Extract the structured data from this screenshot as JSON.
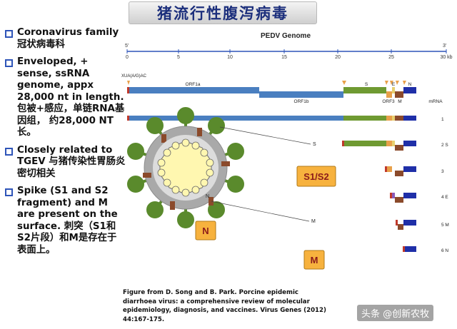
{
  "title": "猪流行性腹泻病毒",
  "bullets": [
    {
      "text": "Coronavirus family 冠状病毒科"
    },
    {
      "text": "Enveloped, + sense, ssRNA genome, appx 28,000 nt in length. 包被+感应，单链RNA基因组， 约28,000 NT长。"
    },
    {
      "text": "Closely related to TGEV 与猪传染性胃肠炎密切相关"
    },
    {
      "text": "Spike (S1 and S2 fragment) and M are present on the surface. 刺突（S1和S2片段）和M是存在于表面上。"
    }
  ],
  "genome": {
    "title": "PEDV Genome",
    "five_prime": "5'",
    "three_prime": "3'",
    "scale_ticks": [
      "0",
      "5",
      "10",
      "15",
      "20",
      "25",
      "30 kb"
    ],
    "leader_label": "XUA(A/G)AC",
    "orf_labels": {
      "orf1a": "ORF1a",
      "orf1b": "ORF1b",
      "s": "S",
      "e": "E",
      "n": "N",
      "orf3": "ORF3",
      "m": "M"
    },
    "mrna_header": "mRNA",
    "mrna_labels": [
      "1",
      "2 S",
      "3",
      "4 E",
      "5 M",
      "6 N"
    ]
  },
  "virion": {
    "labels": {
      "s": "S",
      "n_inner": "N",
      "m": "M"
    },
    "boxes": {
      "s1s2": "S1/S2",
      "n": "N",
      "m": "M"
    },
    "colors": {
      "spike": "#5a8a2c",
      "envelope": "#a9a9a9",
      "core": "#fff7b0",
      "protein": "#8b4a2b",
      "box_fill": "#f7b23e"
    }
  },
  "caption": "Figure from D. Song and B. Park. Porcine epidemic diarrhoea virus: a comprehensive review of molecular epidemiology, diagnosis, and vaccines. Virus Genes (2012) 44:167-175.",
  "watermark": "头条 @创新农牧"
}
